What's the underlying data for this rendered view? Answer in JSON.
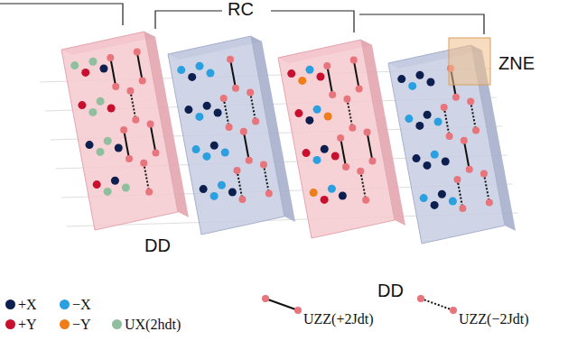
{
  "diagram": {
    "labels": [
      "RC",
      "DD",
      "DD",
      "ZNE"
    ],
    "legend": [
      {
        "text": "+X",
        "color": "#0d1f4f"
      },
      {
        "text": "−X",
        "color": "#2aa0e0"
      },
      {
        "text": "+Y",
        "color": "#c8102e"
      },
      {
        "text": "−Y",
        "color": "#ef7d1a"
      },
      {
        "text": "UX(2hdt)",
        "color": "#8fbf9f"
      },
      {
        "text": "UZZ(+2Jdt)"
      },
      {
        "text": "UZZ(−2Jdt)"
      }
    ]
  }
}
